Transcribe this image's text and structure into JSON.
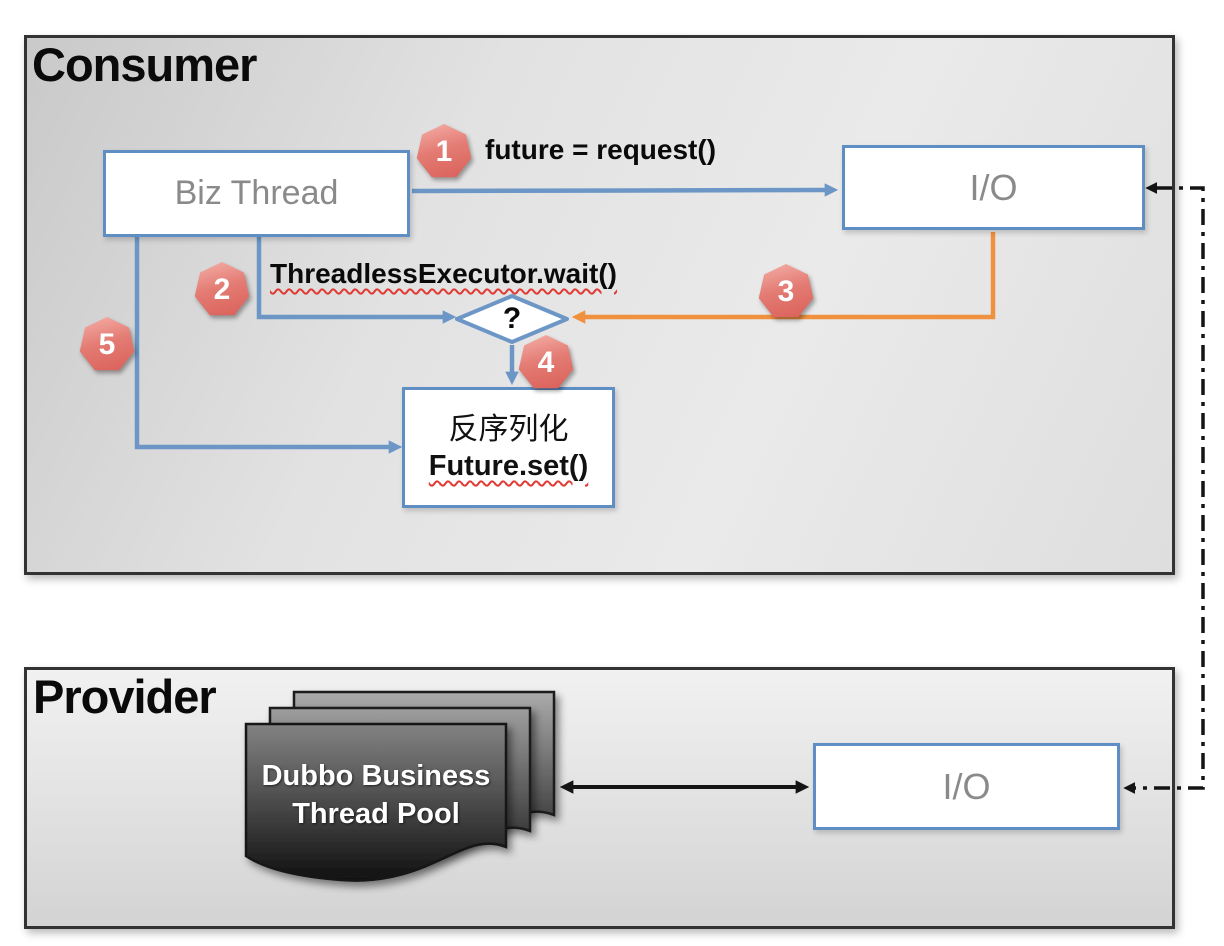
{
  "colors": {
    "accent_blue": "#6C96C5",
    "accent_orange": "#F0913F",
    "badge_red": "#DD6A63",
    "squiggle_red": "#E03A35",
    "box_border_blue": "#5E8EC3"
  },
  "consumer": {
    "title": "Consumer",
    "biz_thread_label": "Biz Thread",
    "io_label": "I/O",
    "request_label": "future = request()",
    "wait_label": "ThreadlessExecutor.wait()",
    "decision_label": "?",
    "deserialize": {
      "line1": "反序列化",
      "line2": "Future.set()"
    },
    "badges": [
      "1",
      "2",
      "3",
      "4",
      "5"
    ]
  },
  "provider": {
    "title": "Provider",
    "thread_pool": {
      "line1": "Dubbo Business",
      "line2": "Thread Pool"
    },
    "io_label": "I/O"
  }
}
